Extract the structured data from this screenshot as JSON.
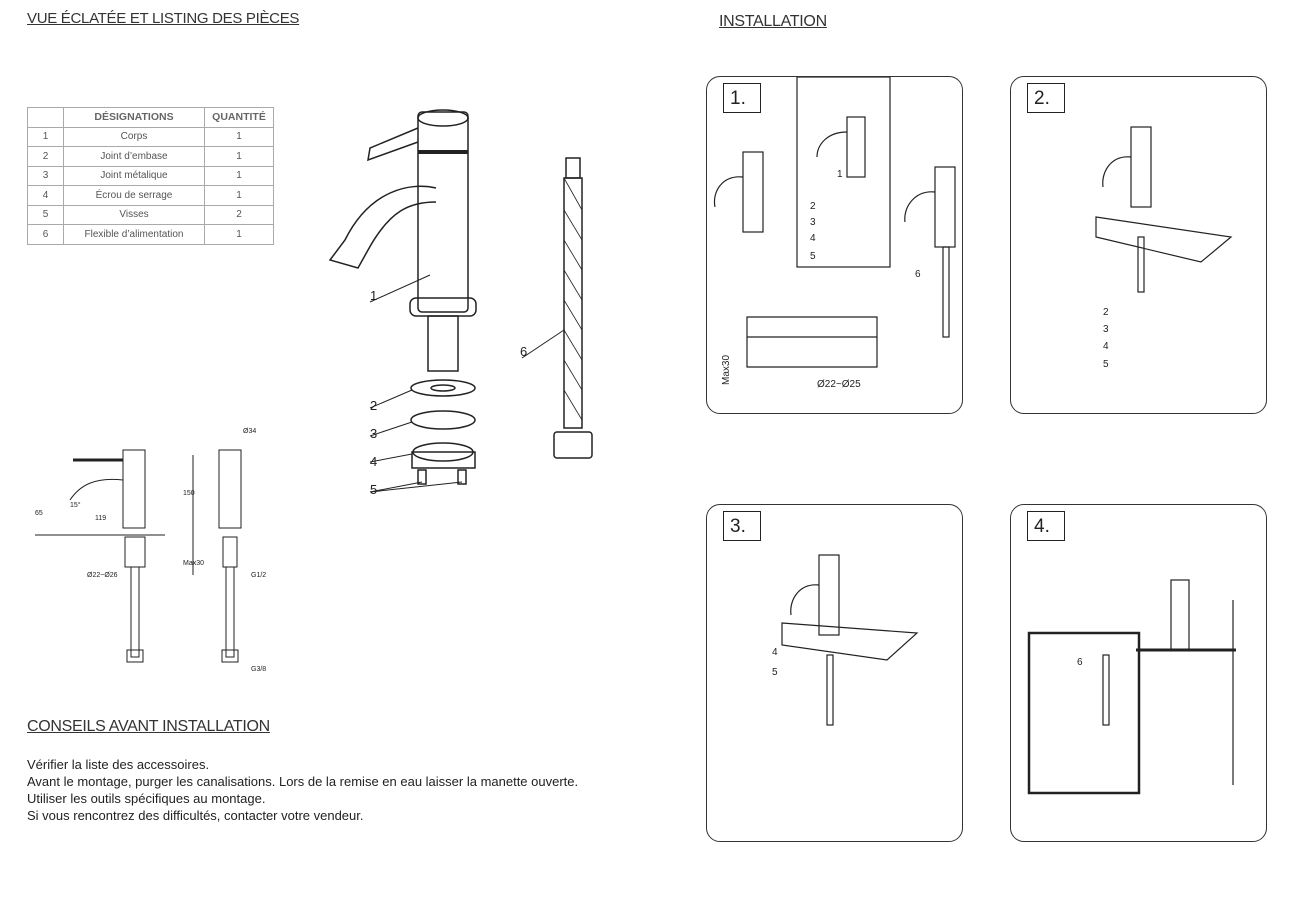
{
  "left": {
    "parts_title": "VUE ÉCLATÉE ET LISTING DES PIÈCES",
    "table": {
      "headers": [
        "",
        "DÉSIGNATIONS",
        "QUANTITÉ"
      ],
      "rows": [
        {
          "n": "1",
          "name": "Corps",
          "qty": "1"
        },
        {
          "n": "2",
          "name": "Joint d’embase",
          "qty": "1"
        },
        {
          "n": "3",
          "name": "Joint métalique",
          "qty": "1"
        },
        {
          "n": "4",
          "name": "Écrou de serrage",
          "qty": "1"
        },
        {
          "n": "5",
          "name": "Visses",
          "qty": "2"
        },
        {
          "n": "6",
          "name": "Flexible d’alimentation",
          "qty": "1"
        }
      ]
    },
    "exploded_labels": [
      "1",
      "2",
      "3",
      "4",
      "5",
      "6"
    ],
    "dimensions": {
      "height_spout": "65",
      "reach": "119",
      "angle": "15°",
      "diameter": "Ø34",
      "height": "150",
      "max_thickness": "Max30",
      "hole": "Ø22~Ø26",
      "thread_in": "G1/2",
      "thread_out": "G3/8"
    },
    "advice_title": "CONSEILS AVANT INSTALLATION",
    "advice": [
      "Vérifier la liste des accessoires.",
      "Avant le montage, purger les canalisations. Lors de la remise en eau laisser la manette ouverte.",
      "Utiliser les outils spécifiques au montage.",
      "Si vous rencontrez des difficultés, contacter votre vendeur."
    ]
  },
  "installation": {
    "title": "INSTALLATION",
    "steps": [
      {
        "number": "1.",
        "labels": [
          "1",
          "2",
          "3",
          "4",
          "5",
          "6"
        ],
        "dims": [
          "Max30",
          "Ø22~Ø25"
        ]
      },
      {
        "number": "2.",
        "labels": [
          "2",
          "3",
          "4",
          "5"
        ]
      },
      {
        "number": "3.",
        "labels": [
          "4",
          "5"
        ]
      },
      {
        "number": "4.",
        "labels": [
          "6"
        ]
      }
    ]
  }
}
